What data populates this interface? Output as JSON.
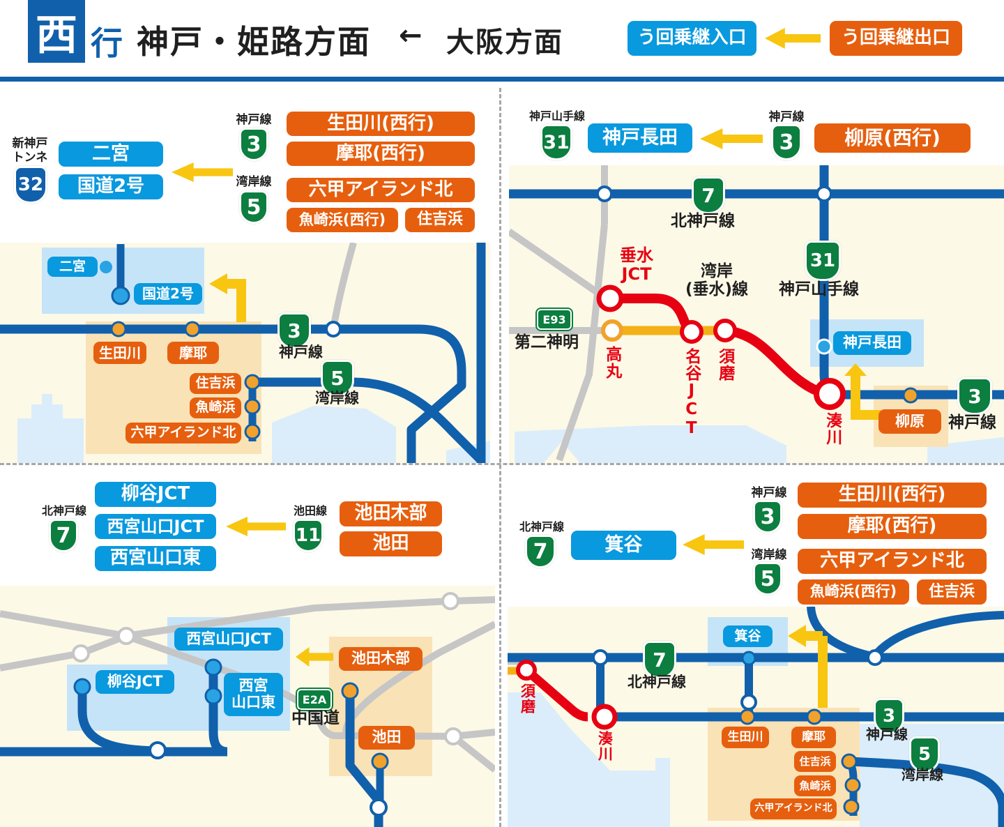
{
  "header": {
    "direction_badge": "西",
    "direction_suffix": "行",
    "title": "神戸・姫路方面",
    "arrow": "←",
    "origin": "大阪方面",
    "legend_entrance": "う回乗継入口",
    "legend_exit": "う回乗継出口"
  },
  "colors": {
    "road_blue": "#1160AB",
    "badge_blue": "#0999DE",
    "badge_orange": "#E65F0E",
    "shield_green": "#0C7E3F",
    "arrow_yellow": "#F8C511",
    "closed_red": "#E60012",
    "transfer_orange": "#F3B117",
    "map_cream": "#FDF9E7",
    "water_blue": "#DBEDFA",
    "highlight_blue": "#C6E4F8",
    "highlight_orange": "#F9E2B6",
    "gray_road": "#C6C6C6"
  },
  "tl": {
    "route_line": "新神戸\nトンネル",
    "route_num": "32",
    "to_badges": [
      "二宮",
      "国道2号"
    ],
    "line1": "神戸線",
    "line1_num": "3",
    "line2": "湾岸線",
    "line2_num": "5",
    "from_badges": [
      "生田川(西行)",
      "摩耶(西行)",
      "六甲アイランド北",
      "魚崎浜(西行)",
      "住吉浜"
    ],
    "map": {
      "nimiya": "二宮",
      "kokudo2": "国道2号",
      "ikutagawa": "生田川",
      "maya": "摩耶",
      "sumiyoshihama": "住吉浜",
      "uozakihama": "魚崎浜",
      "rokko_island_kita": "六甲アイランド北",
      "kobe_num": "3",
      "kobe_line": "神戸線",
      "wangan_num": "5",
      "wangan_line": "湾岸線"
    }
  },
  "tr": {
    "route_line": "神戸山手線",
    "route_num": "31",
    "to_badge": "神戸長田",
    "line1": "神戸線",
    "line1_num": "3",
    "from_badge": "柳原(西行)",
    "map": {
      "kita_kobe_num": "7",
      "kita_kobe_line": "北神戸線",
      "yamate_num": "31",
      "yamate_line": "神戸山手線",
      "tarumi_jct": "垂水\nJCT",
      "wangan_tarumi": "湾岸\n(垂水)線",
      "e93": "E93",
      "daini_shinmei": "第二神明",
      "takamaru": "高丸",
      "myodani_jct": "名谷JCT",
      "suma": "須磨",
      "minatogawa": "湊川",
      "kobe_nagata": "神戸長田",
      "yanagihara": "柳原",
      "kobe_num": "3",
      "kobe_line": "神戸線"
    }
  },
  "bl": {
    "route_line": "北神戸線",
    "route_num": "7",
    "to_badges": [
      "柳谷JCT",
      "西宮山口JCT",
      "西宮山口東"
    ],
    "line1": "池田線",
    "line1_num": "11",
    "from_badges": [
      "池田木部",
      "池田"
    ],
    "map": {
      "nishinomiya_yamaguchi_jct": "西宮山口JCT",
      "yanagidani_jct": "柳谷JCT",
      "nishinomiya_yamaguchi_higashi": "西宮\n山口東",
      "e2a": "E2A",
      "chugokudo": "中国道",
      "ikeda_kibe": "池田木部",
      "ikeda": "池田"
    }
  },
  "br": {
    "route_line": "北神戸線",
    "route_num": "7",
    "to_badge": "箕谷",
    "line1": "神戸線",
    "line1_num": "3",
    "line2": "湾岸線",
    "line2_num": "5",
    "from_badges": [
      "生田川(西行)",
      "摩耶(西行)",
      "六甲アイランド北",
      "魚崎浜(西行)",
      "住吉浜"
    ],
    "map": {
      "minotani": "箕谷",
      "kita_kobe_num": "7",
      "kita_kobe_line": "北神戸線",
      "suma": "須磨",
      "minatogawa": "湊川",
      "ikutagawa": "生田川",
      "maya": "摩耶",
      "sumiyoshihama": "住吉浜",
      "uozakihama": "魚崎浜",
      "rokko_island_kita": "六甲アイランド北",
      "kobe_num": "3",
      "kobe_line": "神戸線",
      "wangan_num": "5",
      "wangan_line": "湾岸線"
    }
  }
}
